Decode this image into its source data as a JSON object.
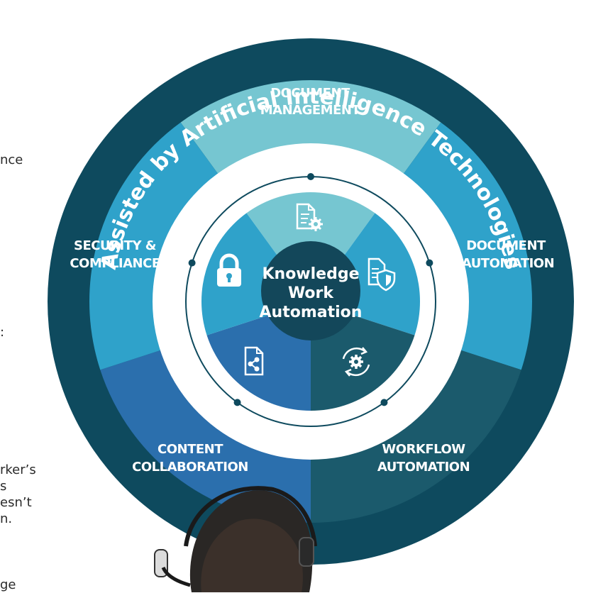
{
  "left_text_fragments": [
    "nce",
    ":",
    "rker’s",
    "s",
    "esn’t",
    "n.",
    "ge"
  ],
  "diagram": {
    "arc_title": "Assisted by Artificial Intelligence Technologies",
    "center": [
      "Knowledge",
      "Work",
      "Automation"
    ],
    "segments": [
      {
        "label": [
          "DOCUMENT",
          "MANAGEMENT"
        ],
        "color": "#76c6d1",
        "icon": "document-gear-icon"
      },
      {
        "label": [
          "DOCUMENT",
          "AUTOMATION"
        ],
        "color": "#2fa2ca",
        "icon": "document-shield-icon"
      },
      {
        "label": [
          "WORKFLOW",
          "AUTOMATION"
        ],
        "color": "#1b5a6c",
        "icon": "cycle-gear-icon"
      },
      {
        "label": [
          "CONTENT",
          "COLLABORATION"
        ],
        "color": "#2b6fad",
        "icon": "share-document-icon"
      },
      {
        "label": [
          "SECURITY &",
          "COMPLIANCE"
        ],
        "color": "#2fa2ca",
        "icon": "lock-icon"
      }
    ],
    "colors": {
      "outer_ring": "#0e4a5e",
      "inner_light": "#76c6d1",
      "white_ring": "#ffffff",
      "thin_ring": "#0e4a5e",
      "center": "#13475a"
    }
  },
  "photo": {
    "icon": "person-with-headset-photo"
  }
}
